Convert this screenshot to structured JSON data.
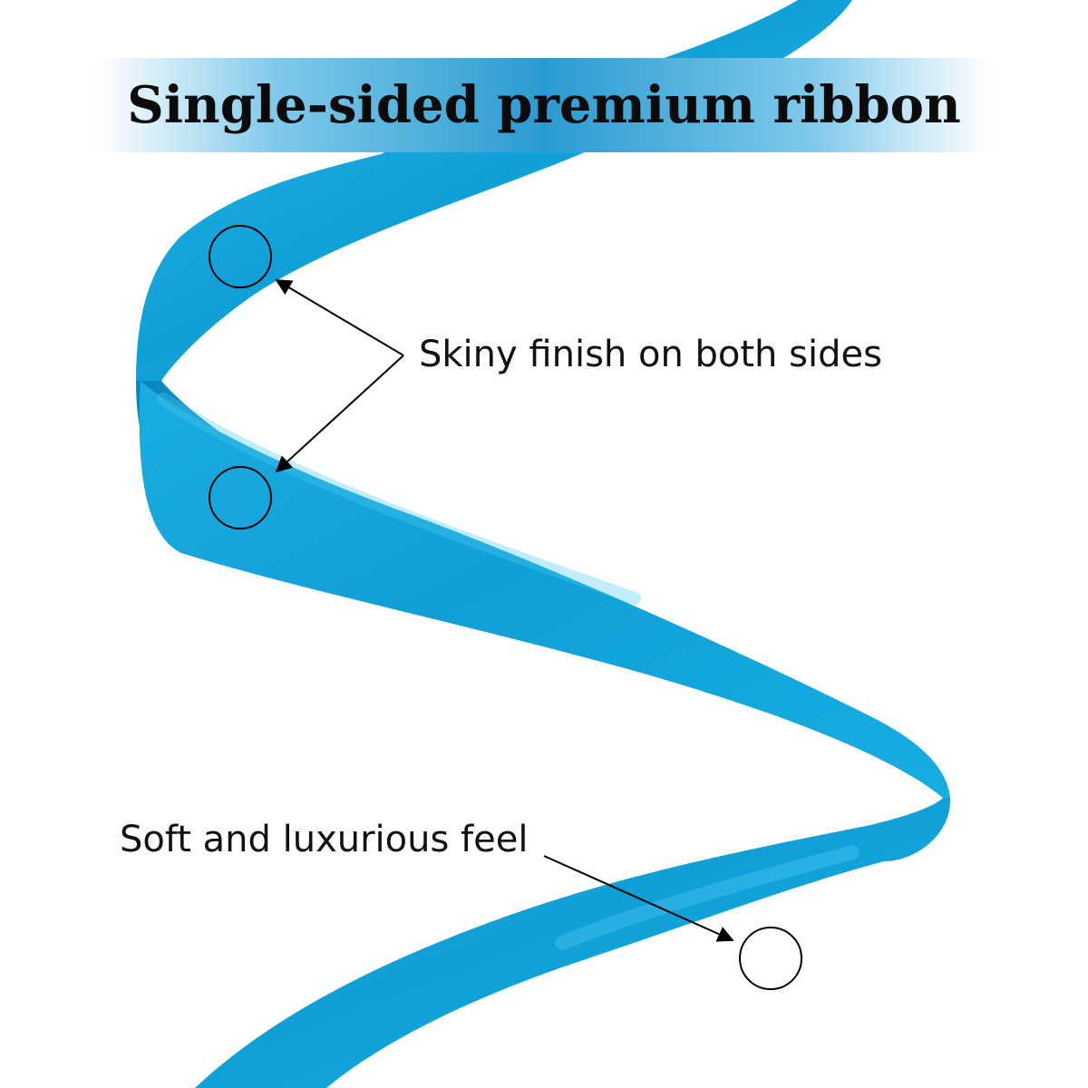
{
  "title": "Single-sided premium ribbon",
  "callouts": {
    "finish": "Skiny finish on both sides",
    "feel": "Soft and luxurious feel"
  },
  "colors": {
    "ribbon": "#12a6dc",
    "ribbon_highlight": "#34bff0",
    "ribbon_shade": "#0a7fb1",
    "banner_center": "#2a9bd1",
    "annotation": "#000000"
  }
}
